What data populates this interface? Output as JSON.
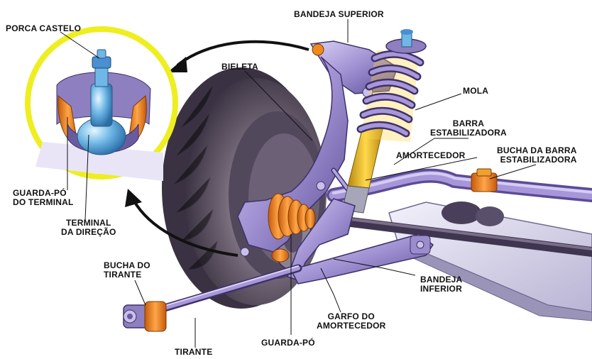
{
  "labels": {
    "porca_castelo": "PORCA CASTELO",
    "bandeja_superior": "BANDEJA SUPERIOR",
    "bieleta": "BIELETA",
    "mola": "MOLA",
    "barra_estabilizadora": [
      "BARRA",
      "ESTABILIZADORA"
    ],
    "amortecedor": "AMORTECEDOR",
    "bucha_da_barra": [
      "BUCHA DA BARRA",
      "ESTABILIZADORA"
    ],
    "guarda_po_terminal": [
      "GUARDA-PÓ",
      "DO TERMINAL"
    ],
    "terminal_direcao": [
      "TERMINAL",
      "DA DIREÇÃO"
    ],
    "bucha_do_tirante": [
      "BUCHA DO",
      "TIRANTE"
    ],
    "bandeja_inferior": [
      "BANDEJA",
      "INFERIOR"
    ],
    "garfo_amortecedor": [
      "GARFO DO",
      "AMORTECEDOR"
    ],
    "guarda_po": "GUARDA-PÓ",
    "tirante": "TIRANTE"
  },
  "colors": {
    "purple": "#8e7fc0",
    "purple_dark": "#4f3f86",
    "purple_light": "#c9c0ea",
    "orange": "#f08a1c",
    "yellow": "#f2c21c",
    "tire": "#4a4050",
    "tire_light": "#8f8590",
    "circle_border": "#eeee20"
  }
}
